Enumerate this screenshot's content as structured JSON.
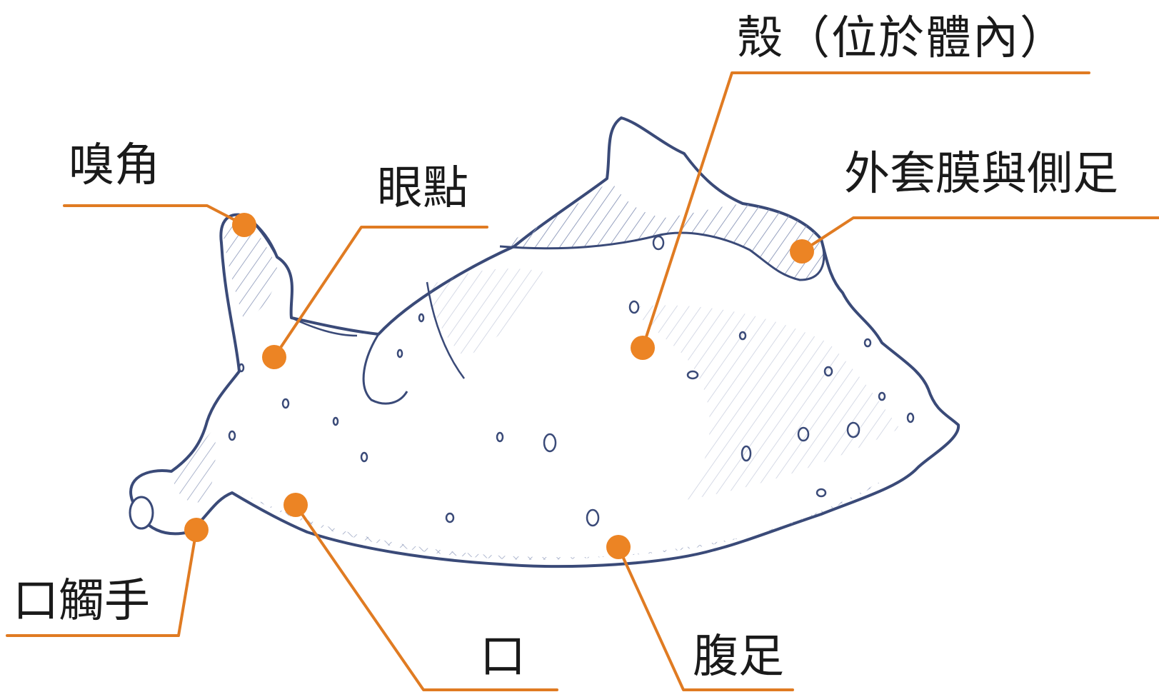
{
  "diagram": {
    "labels": {
      "shell": "殼（位於體內）",
      "rhinophore": "嗅角",
      "eyespot": "眼點",
      "mantle_parapodia": "外套膜與側足",
      "oral_tentacle": "口觸手",
      "mouth": "口",
      "foot": "腹足"
    },
    "colors": {
      "leader": "#e07b22",
      "dot": "#ec8424",
      "outline": "#3a4a78",
      "hatch": "#7f8cb0",
      "text": "#1a1a1a"
    }
  }
}
